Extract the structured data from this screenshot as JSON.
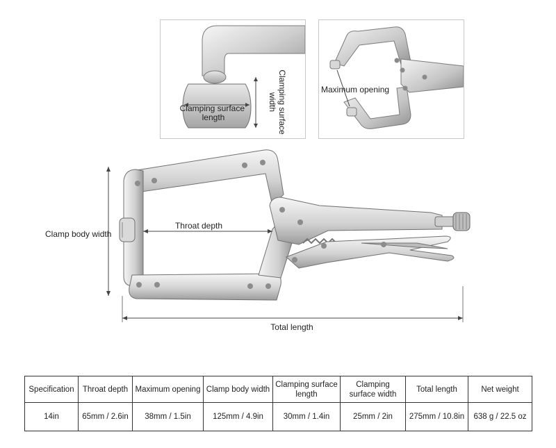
{
  "callouts": {
    "clamping_surface_length": "Clamping surface length",
    "clamping_surface_width": "Clamping surface width",
    "maximum_opening": "Maximum opening",
    "clamp_body_width": "Clamp body width",
    "throat_depth": "Throat depth",
    "total_length": "Total length"
  },
  "spec_table": {
    "headers": [
      "Specification",
      "Throat depth",
      "Maximum opening",
      "Clamp body width",
      "Clamping surface length",
      "Clamping surface width",
      "Total length",
      "Net weight"
    ],
    "values": [
      "14in",
      "65mm / 2.6in",
      "38mm / 1.5in",
      "125mm / 4.9in",
      "30mm / 1.4in",
      "25mm / 2in",
      "275mm / 10.8in",
      "638 g / 22.5 oz"
    ]
  },
  "colors": {
    "metal_light": "#f2f2f2",
    "metal_mid": "#c9c9c9",
    "metal_dark": "#8a8a8a",
    "outline": "#6e6e6e",
    "dimension_line": "#444444"
  }
}
